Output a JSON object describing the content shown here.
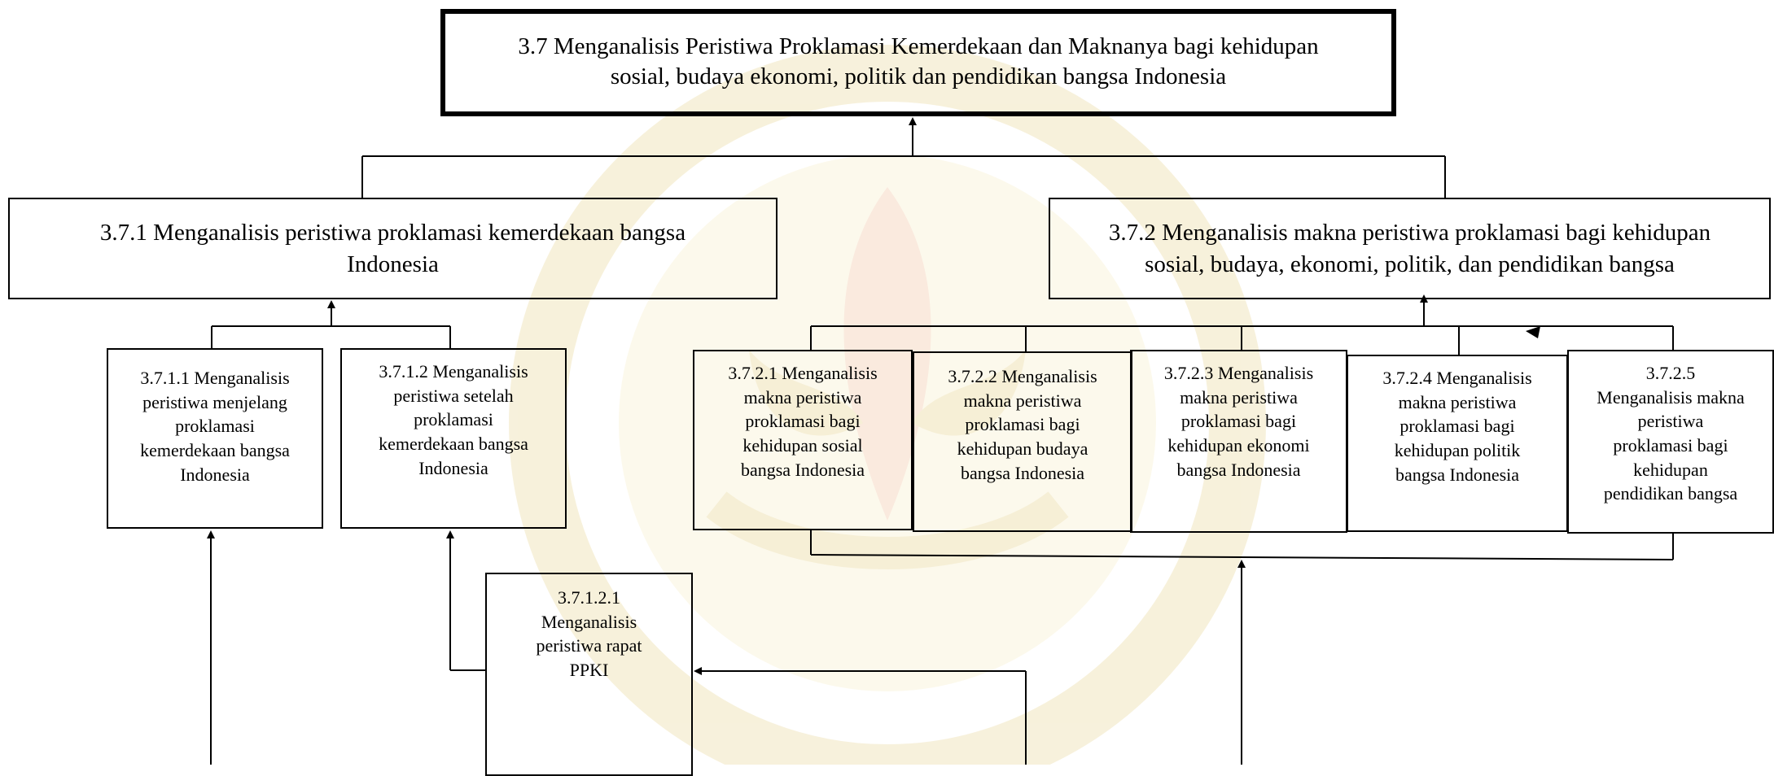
{
  "boxes": {
    "root": {
      "lines": [
        "3.7 Menganalisis Peristiwa Proklamasi Kemerdekaan dan Maknanya bagi kehidupan",
        "sosial, budaya ekonomi, politik dan pendidikan bangsa Indonesia"
      ]
    },
    "b371": {
      "lines": [
        "3.7.1 Menganalisis peristiwa proklamasi kemerdekaan bangsa",
        "Indonesia"
      ]
    },
    "b372": {
      "lines": [
        "3.7.2 Menganalisis makna peristiwa proklamasi bagi kehidupan",
        "sosial, budaya, ekonomi, politik, dan pendidikan bangsa"
      ]
    },
    "b3711": {
      "lines": [
        "3.7.1.1 Menganalisis",
        "peristiwa menjelang",
        "proklamasi",
        "kemerdekaan bangsa",
        "Indonesia"
      ]
    },
    "b3712": {
      "lines": [
        "3.7.1.2 Menganalisis",
        "peristiwa setelah",
        "proklamasi",
        "kemerdekaan bangsa",
        "Indonesia"
      ]
    },
    "b37121": {
      "lines": [
        "3.7.1.2.1",
        "Menganalisis",
        "peristiwa rapat",
        "PPKI"
      ]
    },
    "b3721": {
      "lines": [
        "3.7.2.1 Menganalisis",
        "makna peristiwa",
        "proklamasi  bagi",
        "kehidupan sosial",
        "bangsa Indonesia"
      ]
    },
    "b3722": {
      "lines": [
        "3.7.2.2 Menganalisis",
        "makna peristiwa",
        "proklamasi bagi",
        "kehidupan budaya",
        "bangsa Indonesia"
      ]
    },
    "b3723": {
      "lines": [
        "3.7.2.3 Menganalisis",
        "makna peristiwa",
        "proklamasi  bagi",
        "kehidupan ekonomi",
        "bangsa Indonesia"
      ]
    },
    "b3724": {
      "lines": [
        "3.7.2.4 Menganalisis",
        "makna peristiwa",
        "proklamasi bagi",
        "kehidupan politik",
        "bangsa Indonesia"
      ]
    },
    "b3725": {
      "lines": [
        "3.7.2.5",
        "Menganalisis makna",
        "peristiwa",
        "proklamasi bagi",
        "kehidupan",
        "pendidikan bangsa"
      ]
    }
  },
  "colors": {
    "line": "#000000",
    "watermark": "#f4eccd",
    "watermark_accent": "#f7dcc8"
  }
}
